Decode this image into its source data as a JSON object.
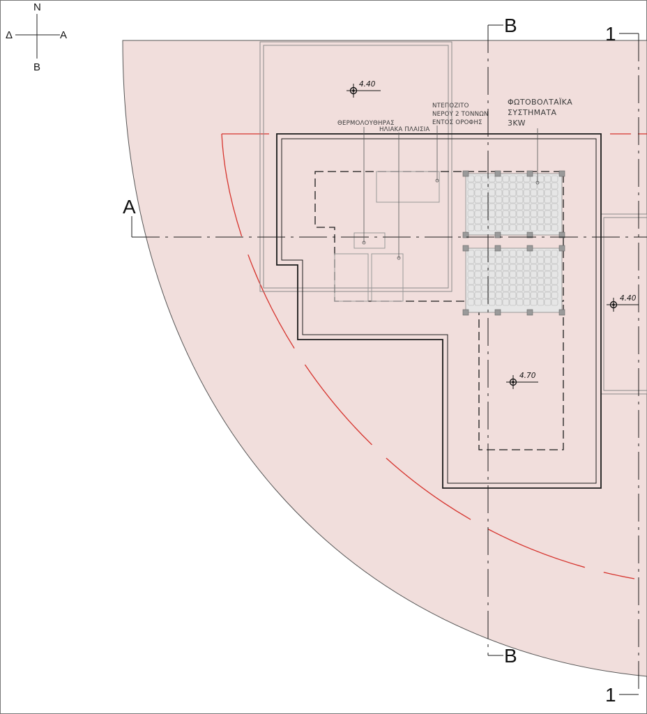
{
  "compass": {
    "north": "N",
    "south": "B",
    "west": "Δ",
    "east": "A"
  },
  "section_markers": {
    "a_top_left": "A",
    "b_top": "B",
    "b_bottom": "B",
    "one_top": "1",
    "one_bottom": "1"
  },
  "levels": {
    "top_roof": "4.40",
    "right_roof": "4.40",
    "main_roof": "4.70"
  },
  "annotations": {
    "water_heater": "ΘΕΡΜΟΛΟΥΘΗΡΑΣ",
    "solar_panels": "ΗΛΙΑΚΑ ΠΛΑΙΣΙΑ",
    "water_tank": [
      "ΝΤΕΠΟΖΙΤΟ",
      "ΝΕΡΟΥ 2  ΤΟΝΝΩΝ",
      "ΕΝΤΟΣ ΟΡΟΦΗΣ"
    ],
    "photovoltaic": [
      "ΦΩΤΟΒΟΛΤΑΪΚΑ",
      "ΣΥΣΤΗΜΑΤΑ",
      "3KW"
    ]
  },
  "colors": {
    "site_fill": "#f1dedc",
    "setback_line": "#d6332d",
    "ink": "#1a1a1a",
    "pv_fill": "#e6e6e6"
  }
}
